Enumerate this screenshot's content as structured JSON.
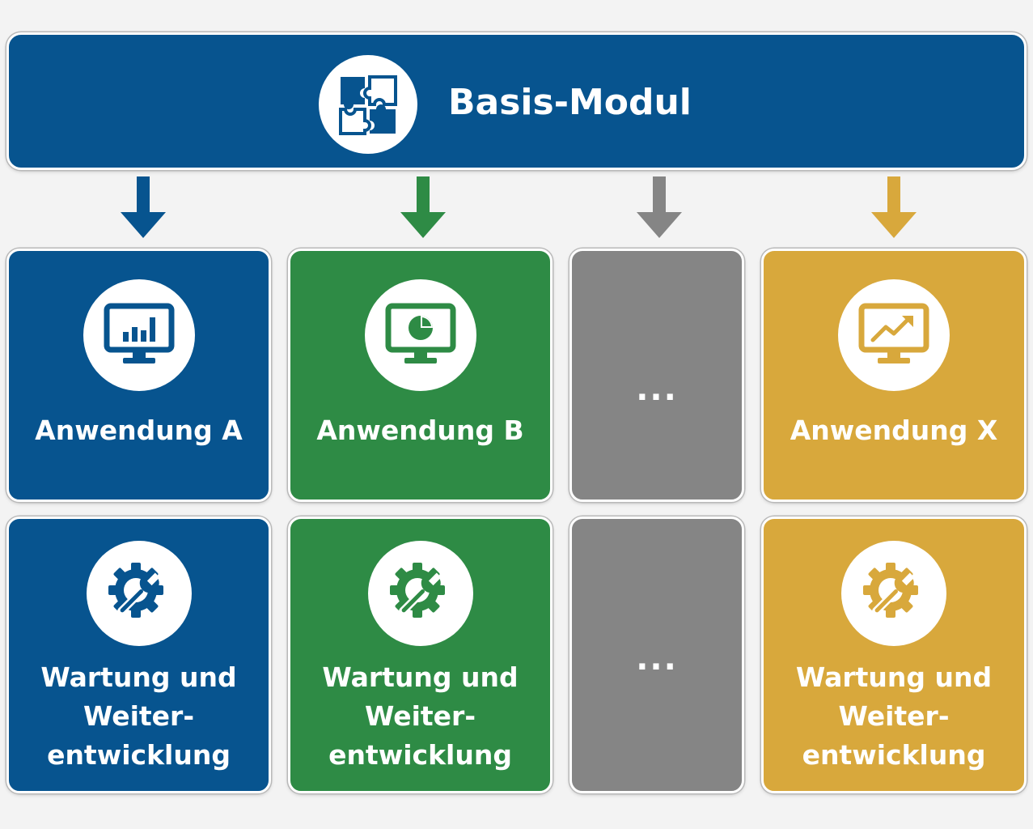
{
  "header": {
    "title": "Basis-Modul",
    "icon": "puzzle-icon"
  },
  "colors": {
    "blue": "#07548f",
    "green": "#2e8b45",
    "gray": "#858585",
    "gold": "#d8a83c",
    "background": "#f3f3f3"
  },
  "columns": [
    {
      "app_label": "Anwendung A",
      "app_icon": "monitor-bar-chart-icon",
      "maintenance_label": "Wartung und Weiter-entwicklung",
      "maintenance_icon": "gear-wrench-icon"
    },
    {
      "app_label": "Anwendung B",
      "app_icon": "monitor-pie-chart-icon",
      "maintenance_label": "Wartung und Weiter-entwicklung",
      "maintenance_icon": "gear-wrench-icon"
    },
    {
      "app_label": "...",
      "maintenance_label": "..."
    },
    {
      "app_label": "Anwendung X",
      "app_icon": "monitor-line-chart-icon",
      "maintenance_label": "Wartung und Weiter-entwicklung",
      "maintenance_icon": "gear-wrench-icon"
    }
  ]
}
